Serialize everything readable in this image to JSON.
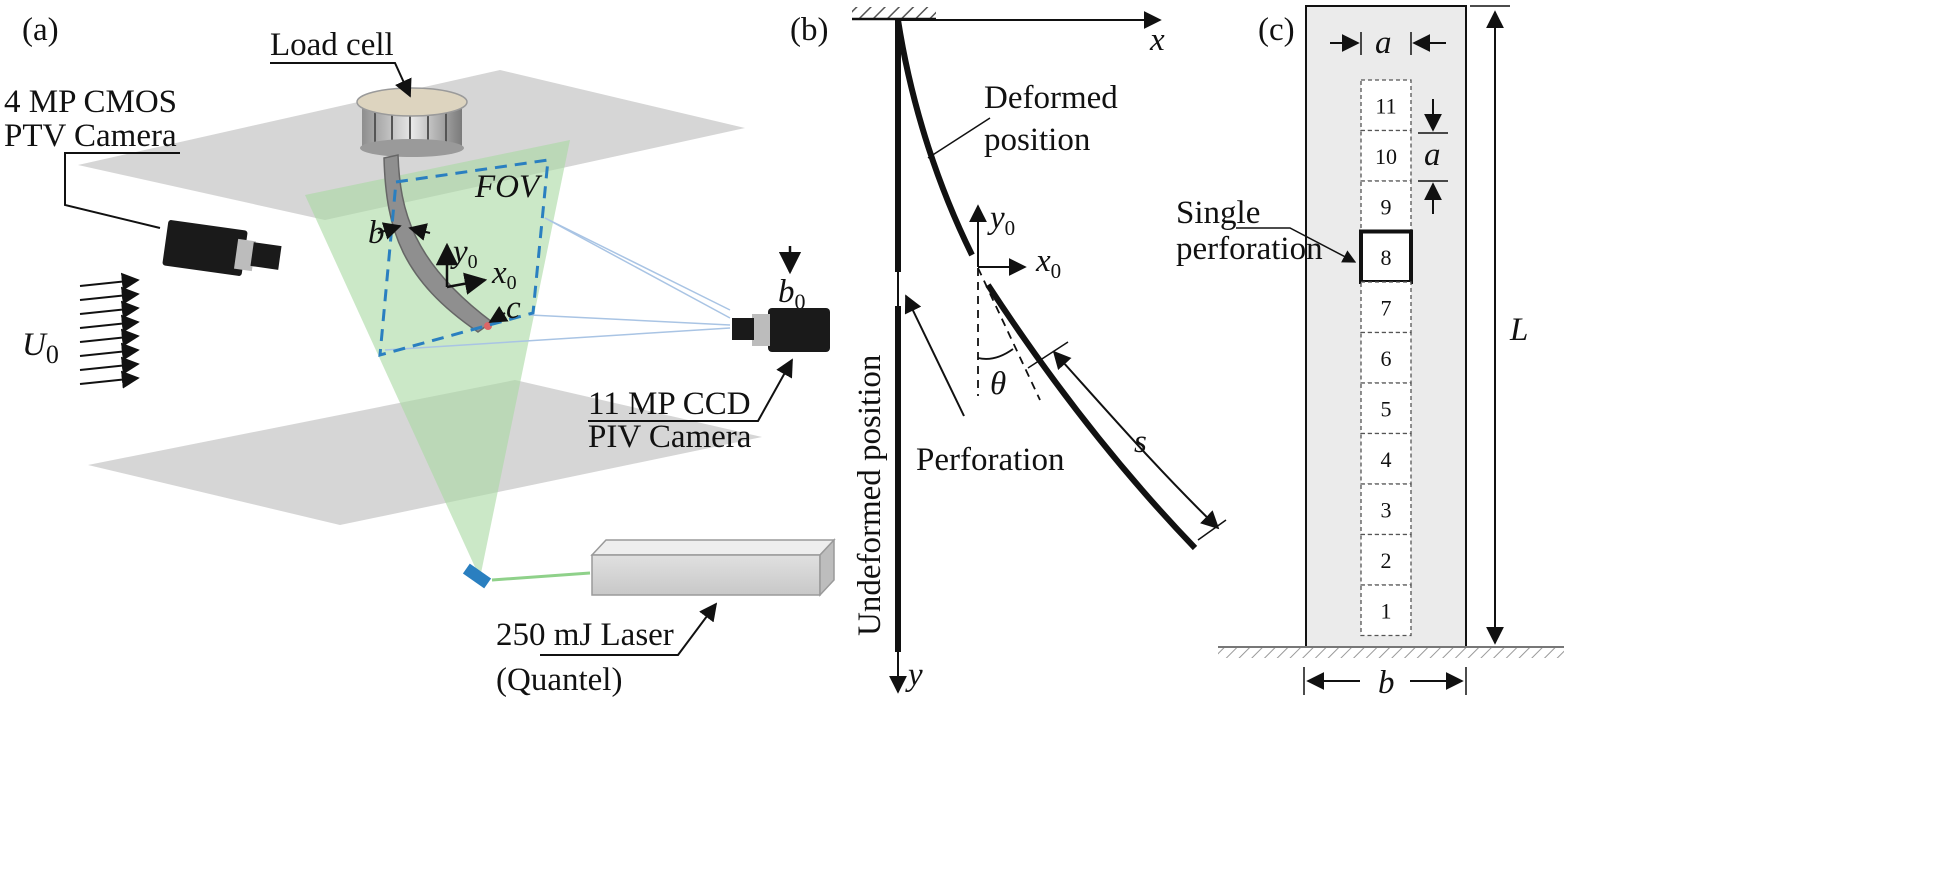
{
  "panels": {
    "a": {
      "tag": "(a)",
      "load_cell": "Load cell",
      "ptv_camera": [
        "4 MP CMOS",
        "PTV Camera"
      ],
      "fov": "FOV",
      "b": "b",
      "c": "c",
      "y0": "y",
      "x0": "x",
      "sub0": "0",
      "b0": "b",
      "U0": "U",
      "piv_camera": [
        "11 MP CCD",
        "PIV Camera"
      ],
      "laser": [
        "250 mJ Laser",
        "(Quantel)"
      ]
    },
    "b": {
      "tag": "(b)",
      "x": "x",
      "y": "y",
      "deformed": [
        "Deformed",
        "position"
      ],
      "undeformed": "Undeformed position",
      "perforation": "Perforation",
      "y0": "y",
      "x0": "x",
      "sub0": "0",
      "theta": "θ",
      "s": "s"
    },
    "c": {
      "tag": "(c)",
      "a_top": "a",
      "a_side": "a",
      "L": "L",
      "b": "b",
      "single_perforation": [
        "Single",
        "perforation"
      ],
      "cells": [
        "11",
        "10",
        "9",
        "8",
        "7",
        "6",
        "5",
        "4",
        "3",
        "2",
        "1"
      ],
      "highlighted_cell": "8"
    }
  },
  "colors": {
    "plate": "#c9c9c9",
    "laser_sheet": "#a8d9a2",
    "fov_border": "#2a7fc0",
    "strip_fill": "#ebebeb",
    "camera_body": "#1a1a1a"
  }
}
